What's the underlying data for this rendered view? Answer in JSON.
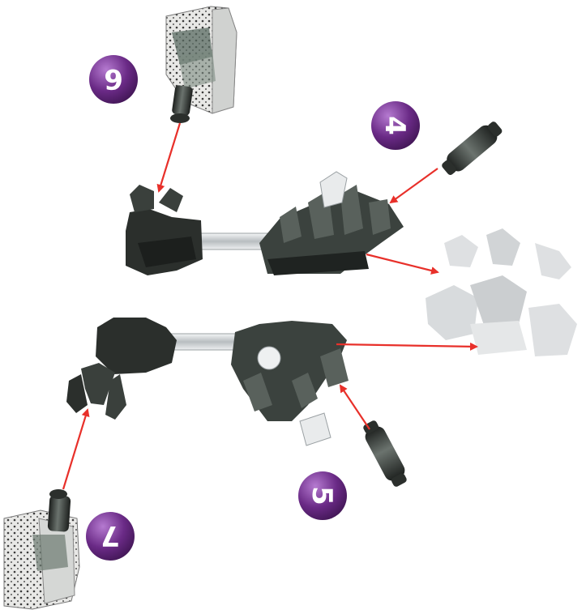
{
  "steps": [
    {
      "id": "step-4",
      "label": "4"
    },
    {
      "id": "step-5",
      "label": "5"
    },
    {
      "id": "step-6",
      "label": "6"
    },
    {
      "id": "step-7",
      "label": "7"
    }
  ],
  "colors": {
    "badge": "#6a2a86",
    "badge_light": "#a86ac4",
    "arrow": "#e8302a",
    "part_dark": "#2b2f2c",
    "part_mid": "#4a514c",
    "rod": "#d8dcde",
    "faded": "#c9cdd0"
  }
}
